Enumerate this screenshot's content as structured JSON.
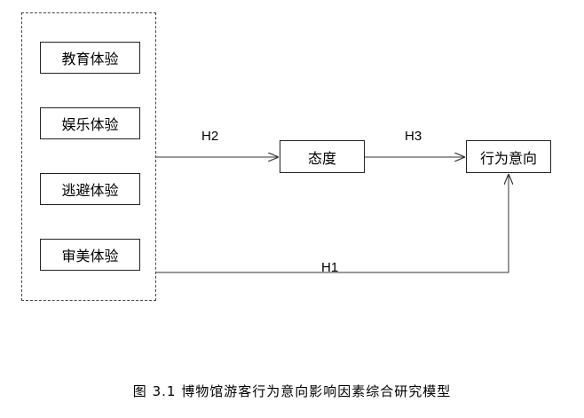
{
  "experiences": [
    {
      "label": "教育体验"
    },
    {
      "label": "娱乐体验"
    },
    {
      "label": "逃避体验"
    },
    {
      "label": "审美体验"
    }
  ],
  "attitude": {
    "label": "态度"
  },
  "intention": {
    "label": "行为意向"
  },
  "hypotheses": {
    "h1": "H1",
    "h2": "H2",
    "h3": "H3"
  },
  "caption": "图 3.1 博物馆游客行为意向影响因素综合研究模型"
}
